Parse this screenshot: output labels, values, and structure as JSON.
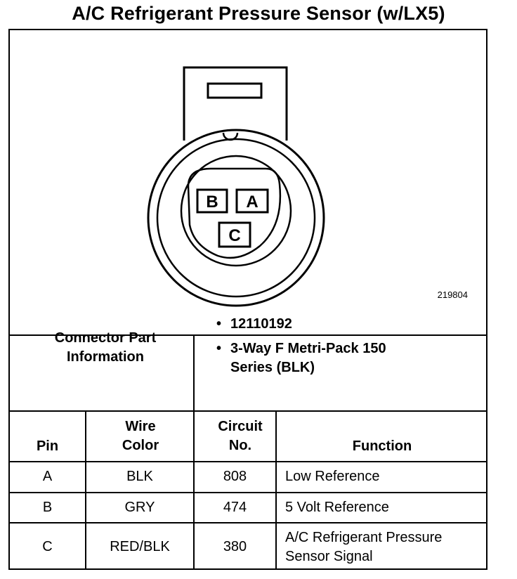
{
  "title": "A/C Refrigerant Pressure Sensor (w/LX5)",
  "figure_number": "219804",
  "connector": {
    "cavities": [
      "B",
      "A",
      "C"
    ]
  },
  "connector_part_info": {
    "label": "Connector Part Information",
    "items": [
      "12110192",
      "3-Way F Metri-Pack 150 Series (BLK)"
    ]
  },
  "table": {
    "headers": {
      "pin": "Pin",
      "wire_color": "Wire Color",
      "circuit_no": "Circuit No.",
      "function": "Function"
    },
    "rows": [
      {
        "pin": "A",
        "wire_color": "BLK",
        "circuit": "808",
        "function": "Low Reference"
      },
      {
        "pin": "B",
        "wire_color": "GRY",
        "circuit": "474",
        "function": "5 Volt Reference"
      },
      {
        "pin": "C",
        "wire_color": "RED/BLK",
        "circuit": "380",
        "function": "A/C Refrigerant Pressure Sensor Signal"
      }
    ]
  }
}
